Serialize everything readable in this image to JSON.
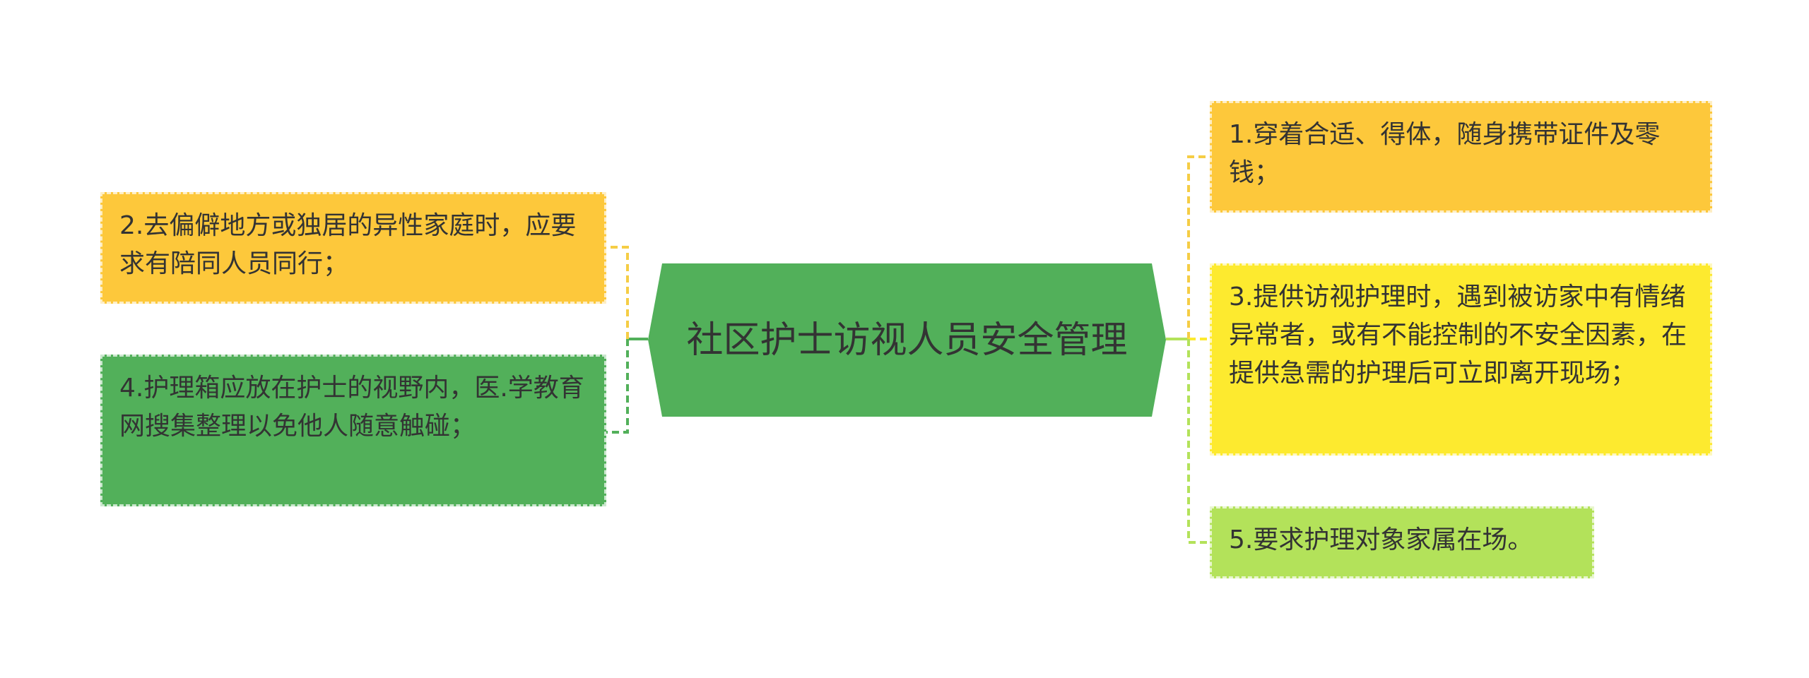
{
  "central": {
    "label": "社区护士访视人员安全管理"
  },
  "left_nodes": [
    {
      "id": "node-2",
      "text": "2.去偏僻地方或独居的异性家庭时，应要求有陪同人员同行；"
    },
    {
      "id": "node-4",
      "text": "4.护理箱应放在护士的视野内，医.学教育网搜集整理以免他人随意触碰；"
    }
  ],
  "right_nodes": [
    {
      "id": "node-1",
      "text": "1.穿着合适、得体，随身携带证件及零钱；"
    },
    {
      "id": "node-3",
      "text": "3.提供访视护理时，遇到被访家中有情绪异常者，或有不能控制的不安全因素，在提供急需的护理后可立即离开现场；"
    },
    {
      "id": "node-5",
      "text": "5.要求护理对象家属在场。"
    }
  ],
  "colors": {
    "central": "#52b05a",
    "orange": "#fdc83b",
    "yellow": "#fdea2f",
    "green": "#52b05a",
    "light_green": "#b3e25a",
    "connector_orange": "#f5cd45",
    "connector_green": "#52b05a",
    "connector_light": "#b3e25a"
  }
}
